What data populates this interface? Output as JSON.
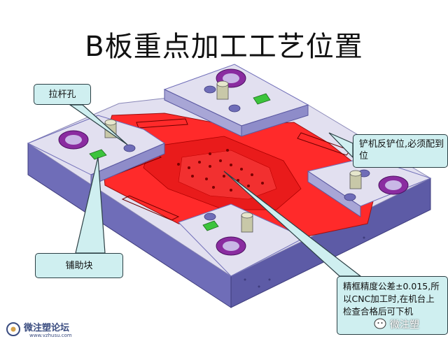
{
  "title": "B板重点加工工艺位置",
  "callouts": {
    "pull_rod_hole": "拉杆孔",
    "shovel_seat": "铲机反铲位,必须配到位",
    "support_block": "铺助块",
    "frame_precision": "精框精度公差±0.015,所以CNC加工时,在机台上检查合格后可下机"
  },
  "watermarks": {
    "left_name": "微注塑论坛",
    "left_url": "www.vzhusu.com",
    "right_name": "微注塑"
  },
  "colors": {
    "plate_side": "#6f6db8",
    "plate_top": "#e2e0f0",
    "pocket": "#ff2a2a",
    "pocket_dark": "#d11414",
    "guide_ring": "#8a2ca0",
    "callout_fill": "#cfeff0",
    "support_block": "#3cc43c"
  }
}
